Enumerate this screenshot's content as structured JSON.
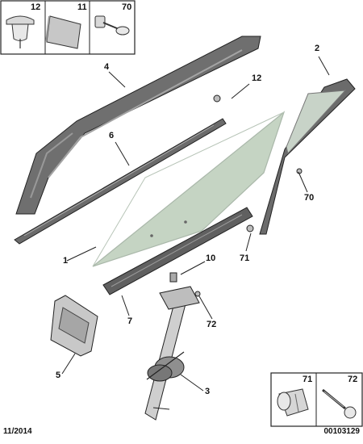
{
  "parts_box_top": {
    "cells": [
      {
        "label": "12",
        "icon": "push-clip-icon"
      },
      {
        "label": "11",
        "icon": "adhesive-pad-icon"
      },
      {
        "label": "70",
        "icon": "rivet-icon"
      }
    ]
  },
  "parts_box_bottom": {
    "cells": [
      {
        "label": "71",
        "icon": "nut-clip-icon"
      },
      {
        "label": "72",
        "icon": "bolt-icon"
      }
    ]
  },
  "callouts": [
    {
      "id": "c1",
      "label": "1"
    },
    {
      "id": "c2",
      "label": "2"
    },
    {
      "id": "c3",
      "label": "3"
    },
    {
      "id": "c4",
      "label": "4"
    },
    {
      "id": "c5",
      "label": "5"
    },
    {
      "id": "c6",
      "label": "6"
    },
    {
      "id": "c7",
      "label": "7"
    },
    {
      "id": "c10",
      "label": "10"
    },
    {
      "id": "c12",
      "label": "12"
    },
    {
      "id": "c70",
      "label": "70"
    },
    {
      "id": "c71",
      "label": "71"
    },
    {
      "id": "c72",
      "label": "72"
    }
  ],
  "footer": {
    "date": "11/2014",
    "code": "00103129"
  },
  "colors": {
    "glass": "#c5d4c3",
    "seal": "#777777",
    "line": "#222222"
  }
}
